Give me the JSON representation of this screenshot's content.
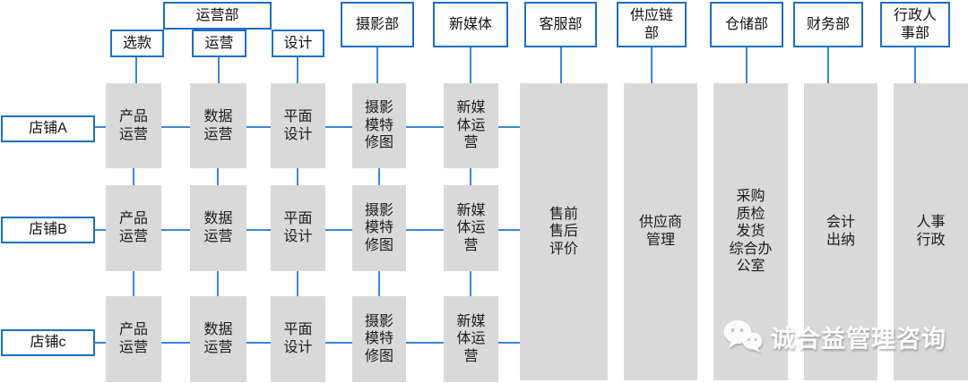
{
  "org": {
    "operations_dept": {
      "label": "运营部",
      "sub_teams": [
        {
          "label": "选款"
        },
        {
          "label": "运营"
        },
        {
          "label": "设计"
        }
      ]
    },
    "departments": [
      {
        "label": "摄影部"
      },
      {
        "label": "新媒体"
      },
      {
        "label": "客服部"
      },
      {
        "label": "供应链\n部"
      },
      {
        "label": "仓储部"
      },
      {
        "label": "财务部"
      },
      {
        "label": "行政人\n事部"
      }
    ],
    "stores": [
      {
        "label": "店铺A"
      },
      {
        "label": "店铺B"
      },
      {
        "label": "店铺c"
      }
    ],
    "store_function_rows": [
      [
        "产品\n运营",
        "数据\n运营",
        "平面\n设计",
        "摄影\n模特\n修图",
        "新媒\n体运\n营"
      ],
      [
        "产品\n运营",
        "数据\n运营",
        "平面\n设计",
        "摄影\n模特\n修图",
        "新媒\n体运\n营"
      ],
      [
        "产品\n运营",
        "数据\n运营",
        "平面\n设计",
        "摄影\n模特\n修图",
        "新媒\n体运\n营"
      ]
    ],
    "shared_functions": [
      {
        "label": "售前\n售后\n评价"
      },
      {
        "label": "供应商\n管理"
      },
      {
        "label": "采购\n质检\n发货\n综合办\n公室"
      },
      {
        "label": "会计\n出纳"
      },
      {
        "label": "人事\n行政"
      }
    ]
  },
  "watermark": {
    "icon": "wechat-icon",
    "text": "诚合益管理咨询"
  },
  "colors": {
    "accent_blue_border": "#1E6FC0",
    "connector_blue": "#3A87D9",
    "cell_gray": "#D9D9D9"
  }
}
